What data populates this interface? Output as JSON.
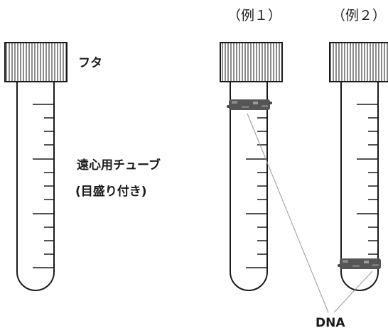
{
  "labels": {
    "example1": "（例１）",
    "example2": "（例２）",
    "cap": "フタ",
    "tube_line1": "遠心用チューブ",
    "tube_line2": "(目盛り付き)",
    "dna": "DNA"
  },
  "colors": {
    "ink": "#1a1a1a",
    "dna_band": "#555555",
    "pointer": "#9a9a9a"
  }
}
